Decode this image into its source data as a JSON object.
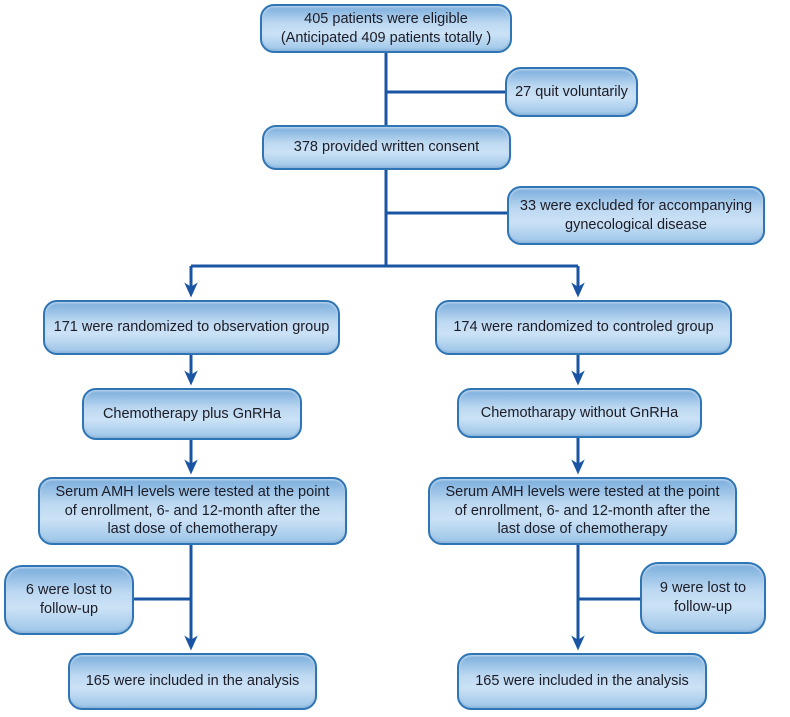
{
  "colors": {
    "box_border": "#2e75b6",
    "box_fill_top": "#7aaddc",
    "box_fill_mid": "#bcd8f1",
    "box_fill_light": "#cbe2f6",
    "box_fill_bottom": "#9cc5e8",
    "connector_line": "#1a55a4",
    "text": "#1c1c26",
    "background": "#ffffff"
  },
  "diagram": {
    "type": "flowchart",
    "description": "Patient enrollment and randomization flow diagram",
    "nodes": {
      "eligible": {
        "label": "405 patients were eligible\n(Anticipated 409 patients totally )"
      },
      "quit": {
        "label": "27 quit voluntarily"
      },
      "consent": {
        "label": "378 provided written consent"
      },
      "excluded": {
        "label": "33 were excluded for accompanying\ngynecological disease"
      },
      "observation_group": {
        "label": "171 were randomized to observation group"
      },
      "control_group": {
        "label": "174 were randomized to controled group"
      },
      "chemo_with_gnrha": {
        "label": "Chemotherapy plus GnRHa"
      },
      "chemo_without_gnrha": {
        "label": "Chemotharapy without GnRHa"
      },
      "serum_left": {
        "label": "Serum AMH levels were tested at the point\nof enrollment, 6- and 12-month after the\nlast dose of chemotherapy"
      },
      "serum_right": {
        "label": "Serum AMH levels were tested at the point\nof enrollment, 6- and 12-month after the\nlast dose of chemotherapy"
      },
      "lost_left": {
        "label": "6 were lost to\nfollow-up"
      },
      "lost_right": {
        "label": "9 were lost to\nfollow-up"
      },
      "analysis_left": {
        "label": "165 were included in the analysis"
      },
      "analysis_right": {
        "label": "165 were included in the analysis"
      }
    }
  }
}
